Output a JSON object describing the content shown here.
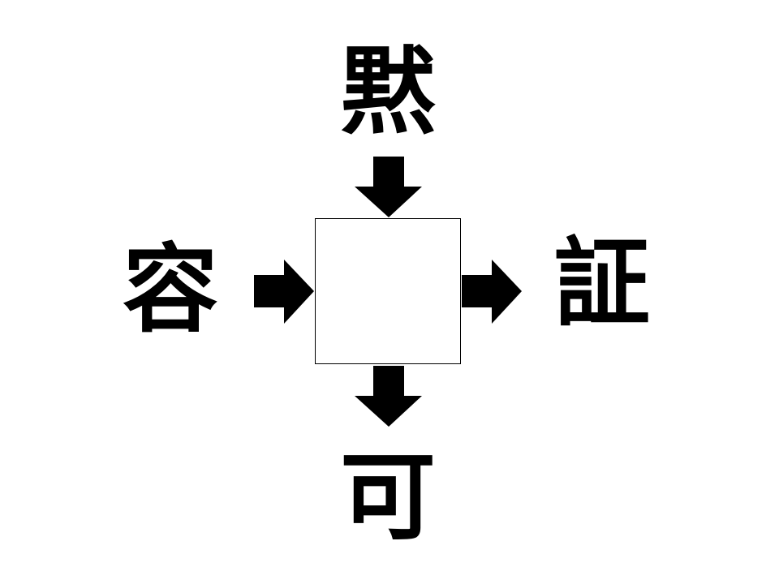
{
  "puzzle": {
    "top_char": "黙",
    "left_char": "容",
    "right_char": "証",
    "bottom_char": "可",
    "answer_box_value": ""
  },
  "colors": {
    "foreground": "#000000",
    "background": "#ffffff"
  },
  "icons": {
    "top_arrow": "arrow-down-icon",
    "left_arrow": "arrow-right-icon",
    "right_arrow": "arrow-right-icon",
    "bottom_arrow": "arrow-down-icon"
  }
}
